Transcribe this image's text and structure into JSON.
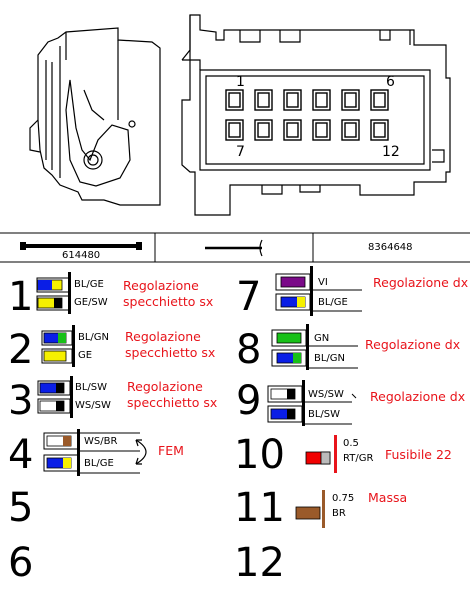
{
  "colors": {
    "blue": "#0a1ee6",
    "yellow": "#f5f000",
    "green": "#18c018",
    "violet": "#7a0a88",
    "white": "#ffffff",
    "black": "#000000",
    "brown": "#9a5a2a",
    "red": "#f00000",
    "grey": "#bbbbbb",
    "label_red": "#e8141b"
  },
  "connector": {
    "pin_first_top": "1",
    "pin_last_top": "6",
    "pin_first_bottom": "7",
    "pin_last_bottom": "12"
  },
  "partbar": {
    "cable_part": "614480",
    "connector_part": "8364648"
  },
  "pins": [
    {
      "num": "1",
      "wires": [
        "BL/GE",
        "GE/SW"
      ],
      "function": [
        "Regolazione",
        "specchietto sx"
      ]
    },
    {
      "num": "2",
      "wires": [
        "BL/GN",
        "GE"
      ],
      "function": [
        "Regolazione",
        "specchietto sx"
      ]
    },
    {
      "num": "3",
      "wires": [
        "BL/SW",
        "WS/SW"
      ],
      "function": [
        "Regolazione",
        "specchietto sx"
      ]
    },
    {
      "num": "4",
      "wires": [
        "WS/BR",
        "BL/GE"
      ],
      "function": [
        "FEM"
      ]
    },
    {
      "num": "5"
    },
    {
      "num": "6"
    },
    {
      "num": "7",
      "wires": [
        "VI",
        "BL/GE"
      ],
      "function": [
        "Regolazione dx"
      ]
    },
    {
      "num": "8",
      "wires": [
        "GN",
        "BL/GN"
      ],
      "function": [
        "Regolazione dx"
      ]
    },
    {
      "num": "9",
      "wires": [
        "WS/SW",
        "BL/SW"
      ],
      "function": [
        "Regolazione dx"
      ]
    },
    {
      "num": "10",
      "wires": [
        "0.5",
        "RT/GR"
      ],
      "function": [
        "Fusibile 22"
      ]
    },
    {
      "num": "11",
      "wires": [
        "0.75",
        "BR"
      ],
      "function": [
        "Massa"
      ]
    },
    {
      "num": "12"
    }
  ]
}
